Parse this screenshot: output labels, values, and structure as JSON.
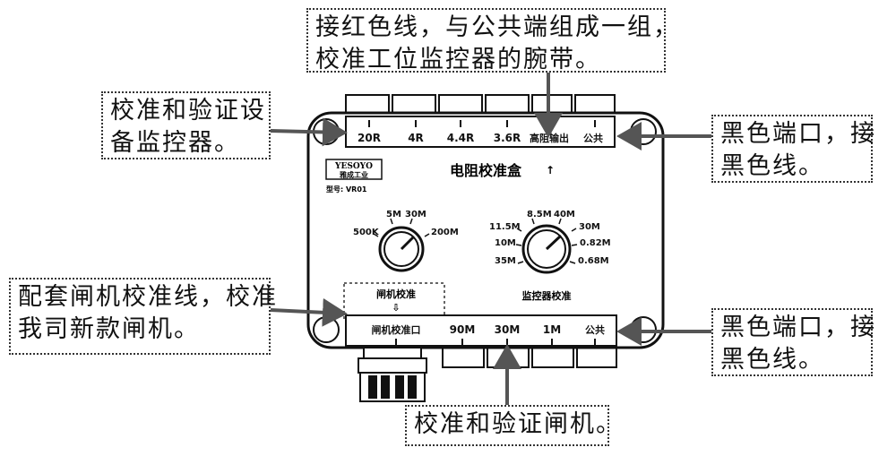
{
  "device": {
    "title": "电阻校准盒",
    "title_arrow": "↑",
    "logo_top": "YESOYO",
    "logo_bottom": "雅成工业",
    "model": "型号: VR01"
  },
  "top_ports": [
    "20R",
    "4R",
    "4.4R",
    "3.6R",
    "高阻输出",
    "公共"
  ],
  "bottom_ports": [
    "闸机校准口",
    "90M",
    "30M",
    "1M",
    "公共"
  ],
  "left_knob": {
    "caption": "闸机校准",
    "arrow": "⇩",
    "labels": [
      "500K",
      "5M",
      "30M",
      "200M"
    ]
  },
  "right_knob": {
    "caption": "监控器校准",
    "labels": [
      "11.5M",
      "8.5M",
      "40M",
      "30M",
      "10M",
      "0.82M",
      "35M",
      "0.68M"
    ]
  },
  "callouts": {
    "top": [
      "接红色线，与公共端组成一组，",
      "校准工位监控器的腕带。"
    ],
    "left_top": [
      "校准和验证设",
      "备监控器。"
    ],
    "right_top": [
      "黑色端口，接",
      "黑色线。"
    ],
    "left_bottom": [
      "配套闸机校准线，校准",
      "我司新款闸机。"
    ],
    "right_bottom": [
      "黑色端口，接",
      "黑色线。"
    ],
    "bottom": [
      "校准和验证闸机。"
    ]
  }
}
